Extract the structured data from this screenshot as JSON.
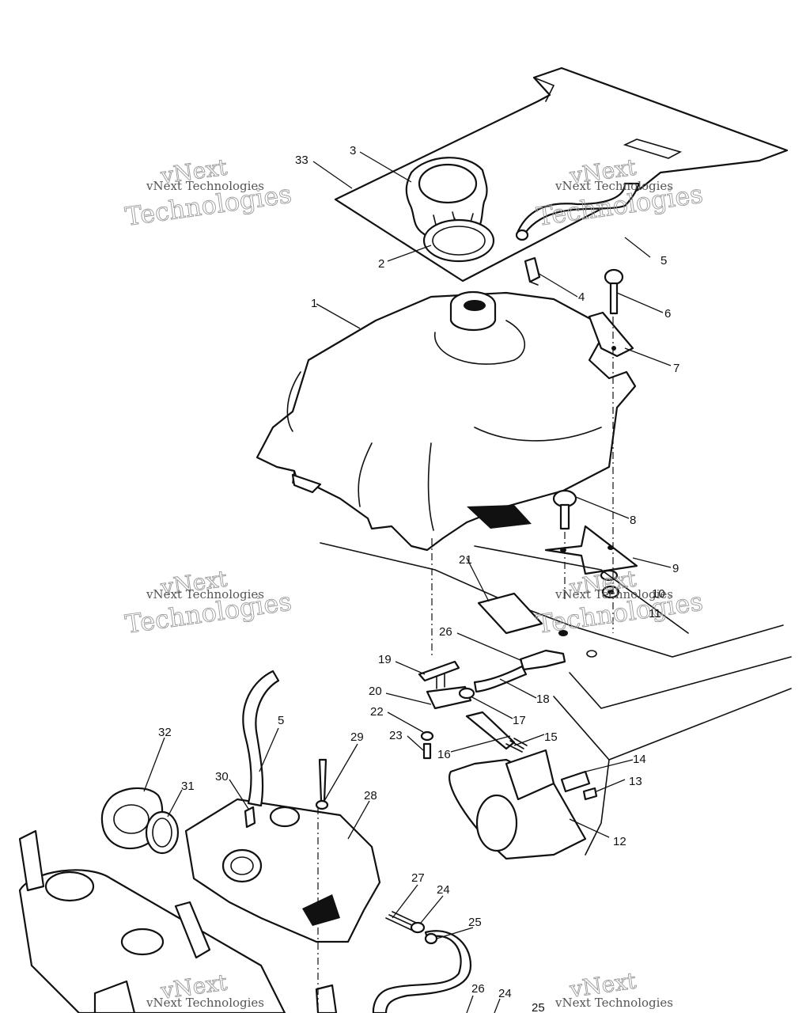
{
  "callouts": {
    "c1": "1",
    "c2": "2",
    "c3": "3",
    "c4": "4",
    "c5": "5",
    "c5b": "5",
    "c6": "6",
    "c7": "7",
    "c8": "8",
    "c9": "9",
    "c10": "10",
    "c11": "11",
    "c12": "12",
    "c13": "13",
    "c14": "14",
    "c15": "15",
    "c16": "16",
    "c17": "17",
    "c18": "18",
    "c19": "19",
    "c20": "20",
    "c21": "21",
    "c22": "22",
    "c23": "23",
    "c24": "24",
    "c24b": "24",
    "c25": "25",
    "c25b": "25",
    "c26": "26",
    "c26b": "26",
    "c27": "27",
    "c28": "28",
    "c29": "29",
    "c30": "30",
    "c31": "31",
    "c32": "32",
    "c33": "33"
  },
  "watermark": {
    "brand": "vNext",
    "company": "vNext Technologies",
    "word": "Technologies"
  }
}
